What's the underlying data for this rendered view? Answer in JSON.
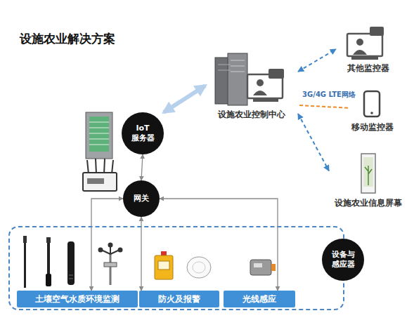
{
  "diagram": {
    "title": "设施农业解决方案",
    "nodes": [
      {
        "text": [
          "设施农业控制中心"
        ]
      },
      {
        "text": [
          "其他监控器"
        ]
      },
      {
        "text": [
          "移动监控器"
        ]
      },
      {
        "text": [
          "设施农业信息屏幕"
        ]
      },
      {
        "text": [
          "IoT 服务器"
        ]
      },
      {
        "text": [
          "网关"
        ]
      },
      {
        "text": [
          "设备与 感应器"
        ]
      },
      {
        "text": [
          "土壤空气水质环境监测"
        ],
        "in": 6
      },
      {
        "text": [
          "防火及报警"
        ],
        "in": 6
      },
      {
        "text": [
          "光线感应"
        ],
        "in": 6
      }
    ],
    "edges": [
      {
        "from": 0,
        "to": 1,
        "arrow": "both"
      },
      {
        "from": 2,
        "to": 0,
        "label": "3G/4G LTE网络",
        "arrow": "none"
      },
      {
        "from": 0,
        "to": 3,
        "arrow": "both"
      },
      {
        "from": 4,
        "to": 0,
        "arrow": "both"
      },
      {
        "from": 4,
        "to": 5,
        "arrow": "both"
      },
      {
        "from": 5,
        "to": 7,
        "arrow": "both"
      },
      {
        "from": 5,
        "to": 8,
        "arrow": "both"
      },
      {
        "from": 5,
        "to": 9,
        "arrow": "both"
      }
    ]
  }
}
